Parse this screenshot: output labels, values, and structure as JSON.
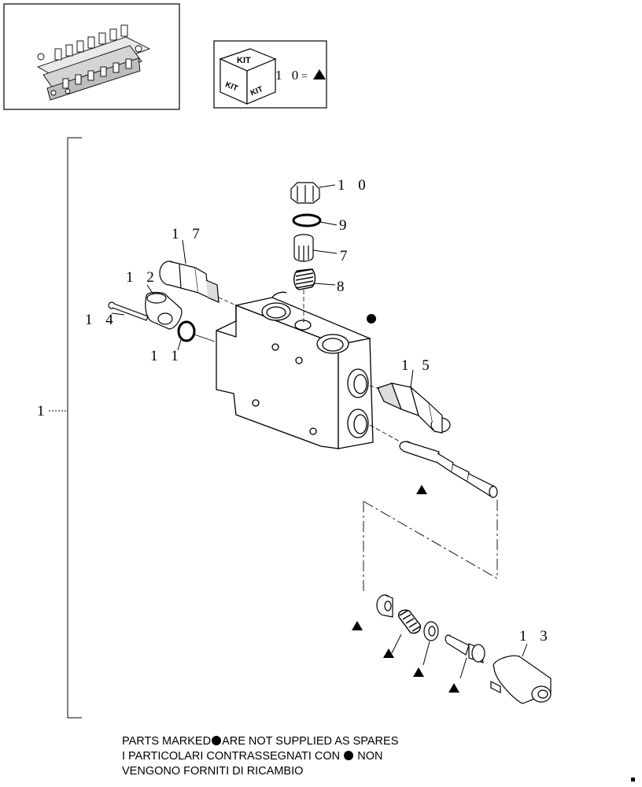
{
  "diagram": {
    "kit_box": {
      "kit_label": "KIT",
      "reference": "1 0"
    },
    "callouts": {
      "c1": "1",
      "c7": "7",
      "c8": "8",
      "c9": "9",
      "c10": "1 0",
      "c11": "1 1",
      "c12": "1 2",
      "c13": "1 3",
      "c14": "1 4",
      "c15": "1 5",
      "c17": "1 7"
    }
  },
  "footer_note": {
    "line1_part1": "PARTS MARKED",
    "line1_part2": "ARE NOT SUPPLIED AS SPARES",
    "line2_part1": "I PARTICOLARI  CONTRASSEGNATI  CON",
    "line2_part2": "NON",
    "line3": "VENGONO FORNITI DI RICAMBIO"
  },
  "colors": {
    "line": "#000000",
    "background": "#ffffff"
  }
}
